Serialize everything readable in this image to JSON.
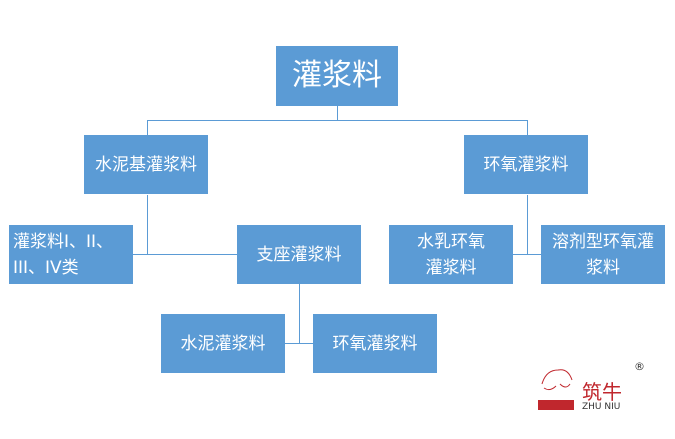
{
  "nodes": {
    "root": "灌浆料",
    "cement_based": "水泥基灌浆料",
    "epoxy": "环氧灌浆料",
    "class_1_4": "灌浆料I、II、III、IV类",
    "bearing": "支座灌浆料",
    "water_epoxy": "水乳环氧灌浆料",
    "solvent_epoxy": "溶剂型环氧灌浆料",
    "cement": "水泥灌浆料",
    "epoxy_sub": "环氧灌浆料"
  },
  "logo": {
    "cn": "筑牛",
    "en": "ZHU NIU",
    "mark": "®",
    "brand_color": "#c0272d"
  },
  "colors": {
    "box": "#5b9bd5"
  }
}
